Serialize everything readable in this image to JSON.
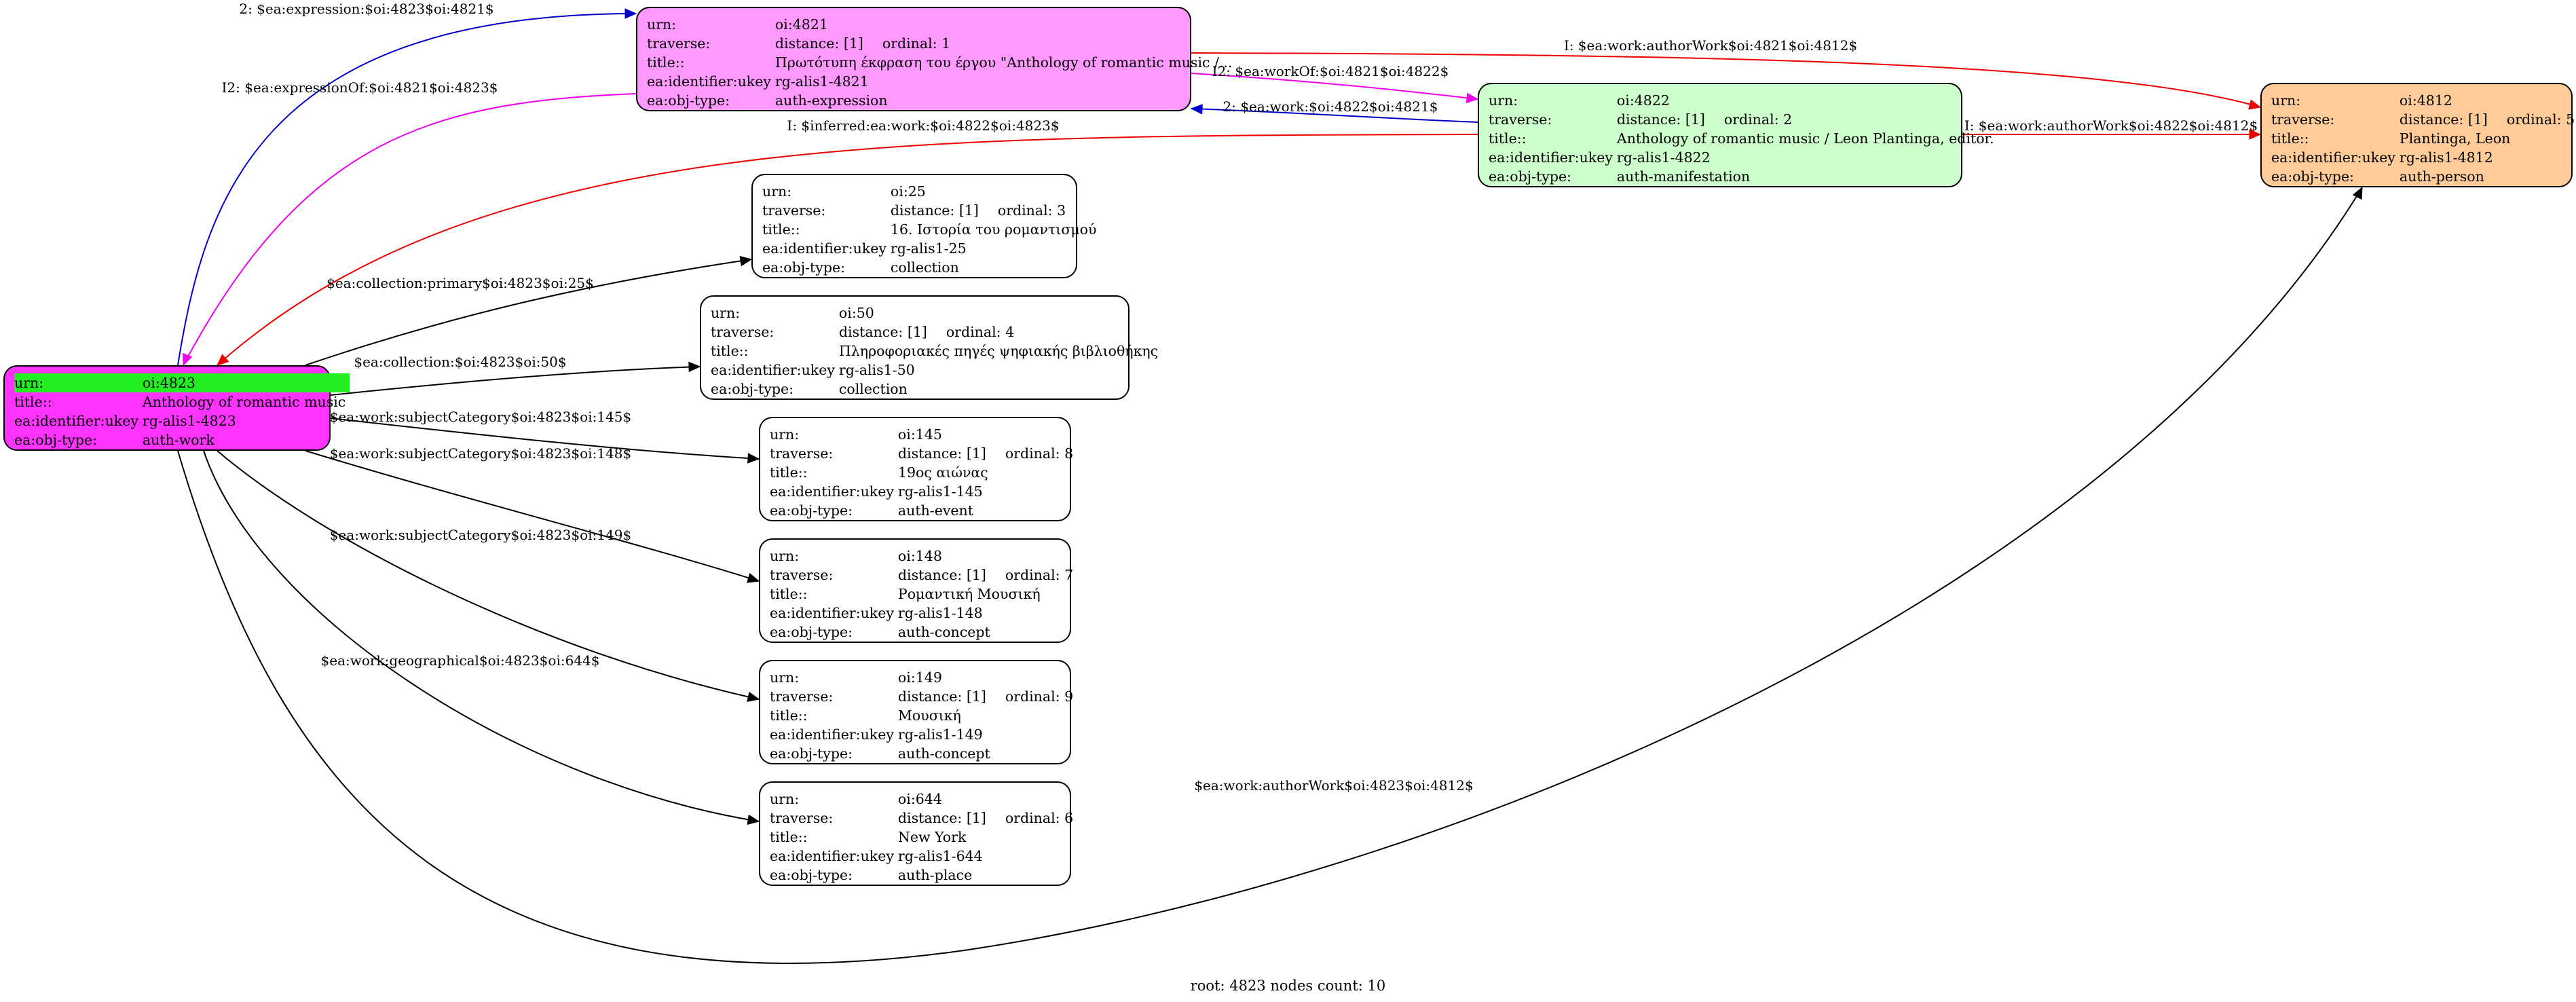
{
  "colors": {
    "work": "#ff33ff",
    "expression": "#ff99ff",
    "manifestation": "#ccffcc",
    "person": "#ffcc99",
    "plain": "#ffffff",
    "highlight": "#22ee22",
    "edge_blue": "#0000cc",
    "edge_red": "#ee0000",
    "edge_magenta": "#ee00ee",
    "edge_black": "#000000"
  },
  "nodes": [
    {
      "id": "oi4823",
      "fill": "work",
      "rows": [
        {
          "k": "urn:",
          "v": "oi:4823",
          "hl": true
        },
        {
          "k": "title::",
          "v": "Anthology of romantic music"
        },
        {
          "k": "ea:identifier:ukey",
          "v": "rg-alis1-4823"
        },
        {
          "k": "ea:obj-type:",
          "v": "auth-work"
        }
      ]
    },
    {
      "id": "oi4821",
      "fill": "expression",
      "rows": [
        {
          "k": "urn:",
          "v": "oi:4821"
        },
        {
          "k": "traverse:",
          "v": "distance: [1]",
          "ord": "ordinal: 1"
        },
        {
          "k": "title::",
          "v": "Πρωτότυπη έκφραση του έργου \"Anthology of romantic music /..."
        },
        {
          "k": "ea:identifier:ukey",
          "v": "rg-alis1-4821"
        },
        {
          "k": "ea:obj-type:",
          "v": "auth-expression"
        }
      ]
    },
    {
      "id": "oi4822",
      "fill": "manifestation",
      "rows": [
        {
          "k": "urn:",
          "v": "oi:4822"
        },
        {
          "k": "traverse:",
          "v": "distance: [1]",
          "ord": "ordinal: 2"
        },
        {
          "k": "title::",
          "v": "Anthology of romantic music / Leon Plantinga, editor."
        },
        {
          "k": "ea:identifier:ukey",
          "v": "rg-alis1-4822"
        },
        {
          "k": "ea:obj-type:",
          "v": "auth-manifestation"
        }
      ]
    },
    {
      "id": "oi4812",
      "fill": "person",
      "rows": [
        {
          "k": "urn:",
          "v": "oi:4812"
        },
        {
          "k": "traverse:",
          "v": "distance: [1]",
          "ord": "ordinal: 5"
        },
        {
          "k": "title::",
          "v": "Plantinga, Leon"
        },
        {
          "k": "ea:identifier:ukey",
          "v": "rg-alis1-4812"
        },
        {
          "k": "ea:obj-type:",
          "v": "auth-person"
        }
      ]
    },
    {
      "id": "oi25",
      "fill": "plain",
      "rows": [
        {
          "k": "urn:",
          "v": "oi:25"
        },
        {
          "k": "traverse:",
          "v": "distance: [1]",
          "ord": "ordinal: 3"
        },
        {
          "k": "title::",
          "v": "16. Ιστορία του ρομαντισμού"
        },
        {
          "k": "ea:identifier:ukey",
          "v": "rg-alis1-25"
        },
        {
          "k": "ea:obj-type:",
          "v": "collection"
        }
      ]
    },
    {
      "id": "oi50",
      "fill": "plain",
      "rows": [
        {
          "k": "urn:",
          "v": "oi:50"
        },
        {
          "k": "traverse:",
          "v": "distance: [1]",
          "ord": "ordinal: 4"
        },
        {
          "k": "title::",
          "v": "Πληροφοριακές πηγές ψηφιακής βιβλιοθήκης"
        },
        {
          "k": "ea:identifier:ukey",
          "v": "rg-alis1-50"
        },
        {
          "k": "ea:obj-type:",
          "v": "collection"
        }
      ]
    },
    {
      "id": "oi145",
      "fill": "plain",
      "rows": [
        {
          "k": "urn:",
          "v": "oi:145"
        },
        {
          "k": "traverse:",
          "v": "distance: [1]",
          "ord": "ordinal: 8"
        },
        {
          "k": "title::",
          "v": "19ος αιώνας"
        },
        {
          "k": "ea:identifier:ukey",
          "v": "rg-alis1-145"
        },
        {
          "k": "ea:obj-type:",
          "v": "auth-event"
        }
      ]
    },
    {
      "id": "oi148",
      "fill": "plain",
      "rows": [
        {
          "k": "urn:",
          "v": "oi:148"
        },
        {
          "k": "traverse:",
          "v": "distance: [1]",
          "ord": "ordinal: 7"
        },
        {
          "k": "title::",
          "v": "Ρομαντική Μουσική"
        },
        {
          "k": "ea:identifier:ukey",
          "v": "rg-alis1-148"
        },
        {
          "k": "ea:obj-type:",
          "v": "auth-concept"
        }
      ]
    },
    {
      "id": "oi149",
      "fill": "plain",
      "rows": [
        {
          "k": "urn:",
          "v": "oi:149"
        },
        {
          "k": "traverse:",
          "v": "distance: [1]",
          "ord": "ordinal: 9"
        },
        {
          "k": "title::",
          "v": "Μουσική"
        },
        {
          "k": "ea:identifier:ukey",
          "v": "rg-alis1-149"
        },
        {
          "k": "ea:obj-type:",
          "v": "auth-concept"
        }
      ]
    },
    {
      "id": "oi644",
      "fill": "plain",
      "rows": [
        {
          "k": "urn:",
          "v": "oi:644"
        },
        {
          "k": "traverse:",
          "v": "distance: [1]",
          "ord": "ordinal: 6"
        },
        {
          "k": "title::",
          "v": "New York"
        },
        {
          "k": "ea:identifier:ukey",
          "v": "rg-alis1-644"
        },
        {
          "k": "ea:obj-type:",
          "v": "auth-place"
        }
      ]
    }
  ],
  "edges": [
    {
      "id": "e1",
      "label": "2: $ea:expression:$oi:4823$oi:4821$",
      "color": "edge_blue"
    },
    {
      "id": "e2",
      "label": "I2: $ea:expressionOf:$oi:4821$oi:4823$",
      "color": "edge_magenta"
    },
    {
      "id": "e3",
      "label": "I: $ea:work:authorWork$oi:4821$oi:4812$",
      "color": "edge_red"
    },
    {
      "id": "e4",
      "label": "I2: $ea:workOf:$oi:4821$oi:4822$",
      "color": "edge_magenta"
    },
    {
      "id": "e5",
      "label": "2: $ea:work:$oi:4822$oi:4821$",
      "color": "edge_blue"
    },
    {
      "id": "e6",
      "label": "I: $ea:work:authorWork$oi:4822$oi:4812$",
      "color": "edge_red"
    },
    {
      "id": "e7",
      "label": "I: $inferred:ea:work:$oi:4822$oi:4823$",
      "color": "edge_red"
    },
    {
      "id": "e8",
      "label": "$ea:collection:primary$oi:4823$oi:25$",
      "color": "edge_black"
    },
    {
      "id": "e9",
      "label": "$ea:collection:$oi:4823$oi:50$",
      "color": "edge_black"
    },
    {
      "id": "e10",
      "label": "$ea:work:subjectCategory$oi:4823$oi:145$",
      "color": "edge_black"
    },
    {
      "id": "e11",
      "label": "$ea:work:subjectCategory$oi:4823$oi:148$",
      "color": "edge_black"
    },
    {
      "id": "e12",
      "label": "$ea:work:subjectCategory$oi:4823$oi:149$",
      "color": "edge_black"
    },
    {
      "id": "e13",
      "label": "$ea:work:geographical$oi:4823$oi:644$",
      "color": "edge_black"
    },
    {
      "id": "e14",
      "label": "$ea:work:authorWork$oi:4823$oi:4812$",
      "color": "edge_black"
    }
  ],
  "footer": "root: 4823 nodes count: 10"
}
